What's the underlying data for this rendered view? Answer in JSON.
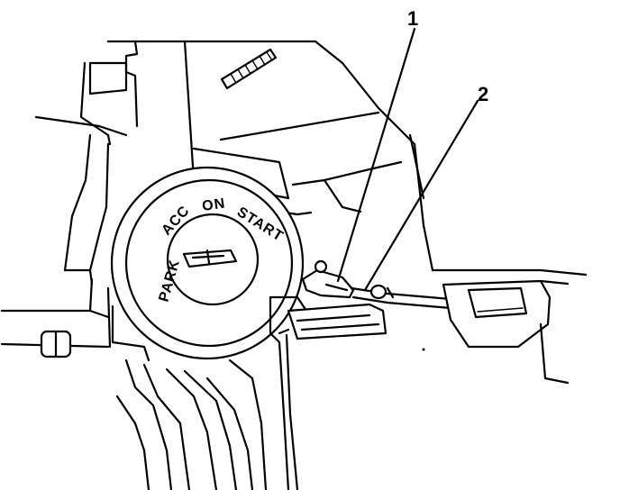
{
  "callouts": [
    {
      "id": "1",
      "label": "1"
    },
    {
      "id": "2",
      "label": "2"
    }
  ],
  "ignition_positions": [
    "PARK",
    "ACC",
    "ON",
    "START"
  ],
  "colors": {
    "ink": "#000000",
    "paper": "#ffffff"
  }
}
